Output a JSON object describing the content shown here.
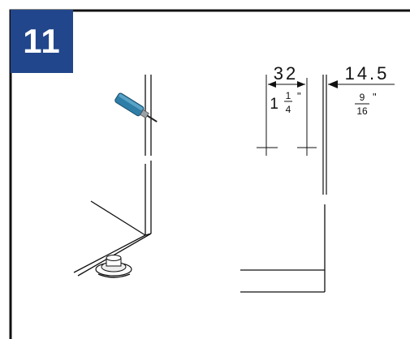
{
  "step": {
    "number": "11"
  },
  "dimensions": {
    "left_metric": "32",
    "left_imperial_whole": "1",
    "left_imperial_num": "1",
    "left_imperial_den": "4",
    "right_metric": "14.5",
    "right_imperial_num": "9",
    "right_imperial_den": "16",
    "inch_mark": "\""
  },
  "colors": {
    "badge": "#21468b",
    "tool": "#2f7ea8"
  },
  "icons": {
    "tool": "drill-bit-icon",
    "leveler": "leveling-foot-icon"
  }
}
